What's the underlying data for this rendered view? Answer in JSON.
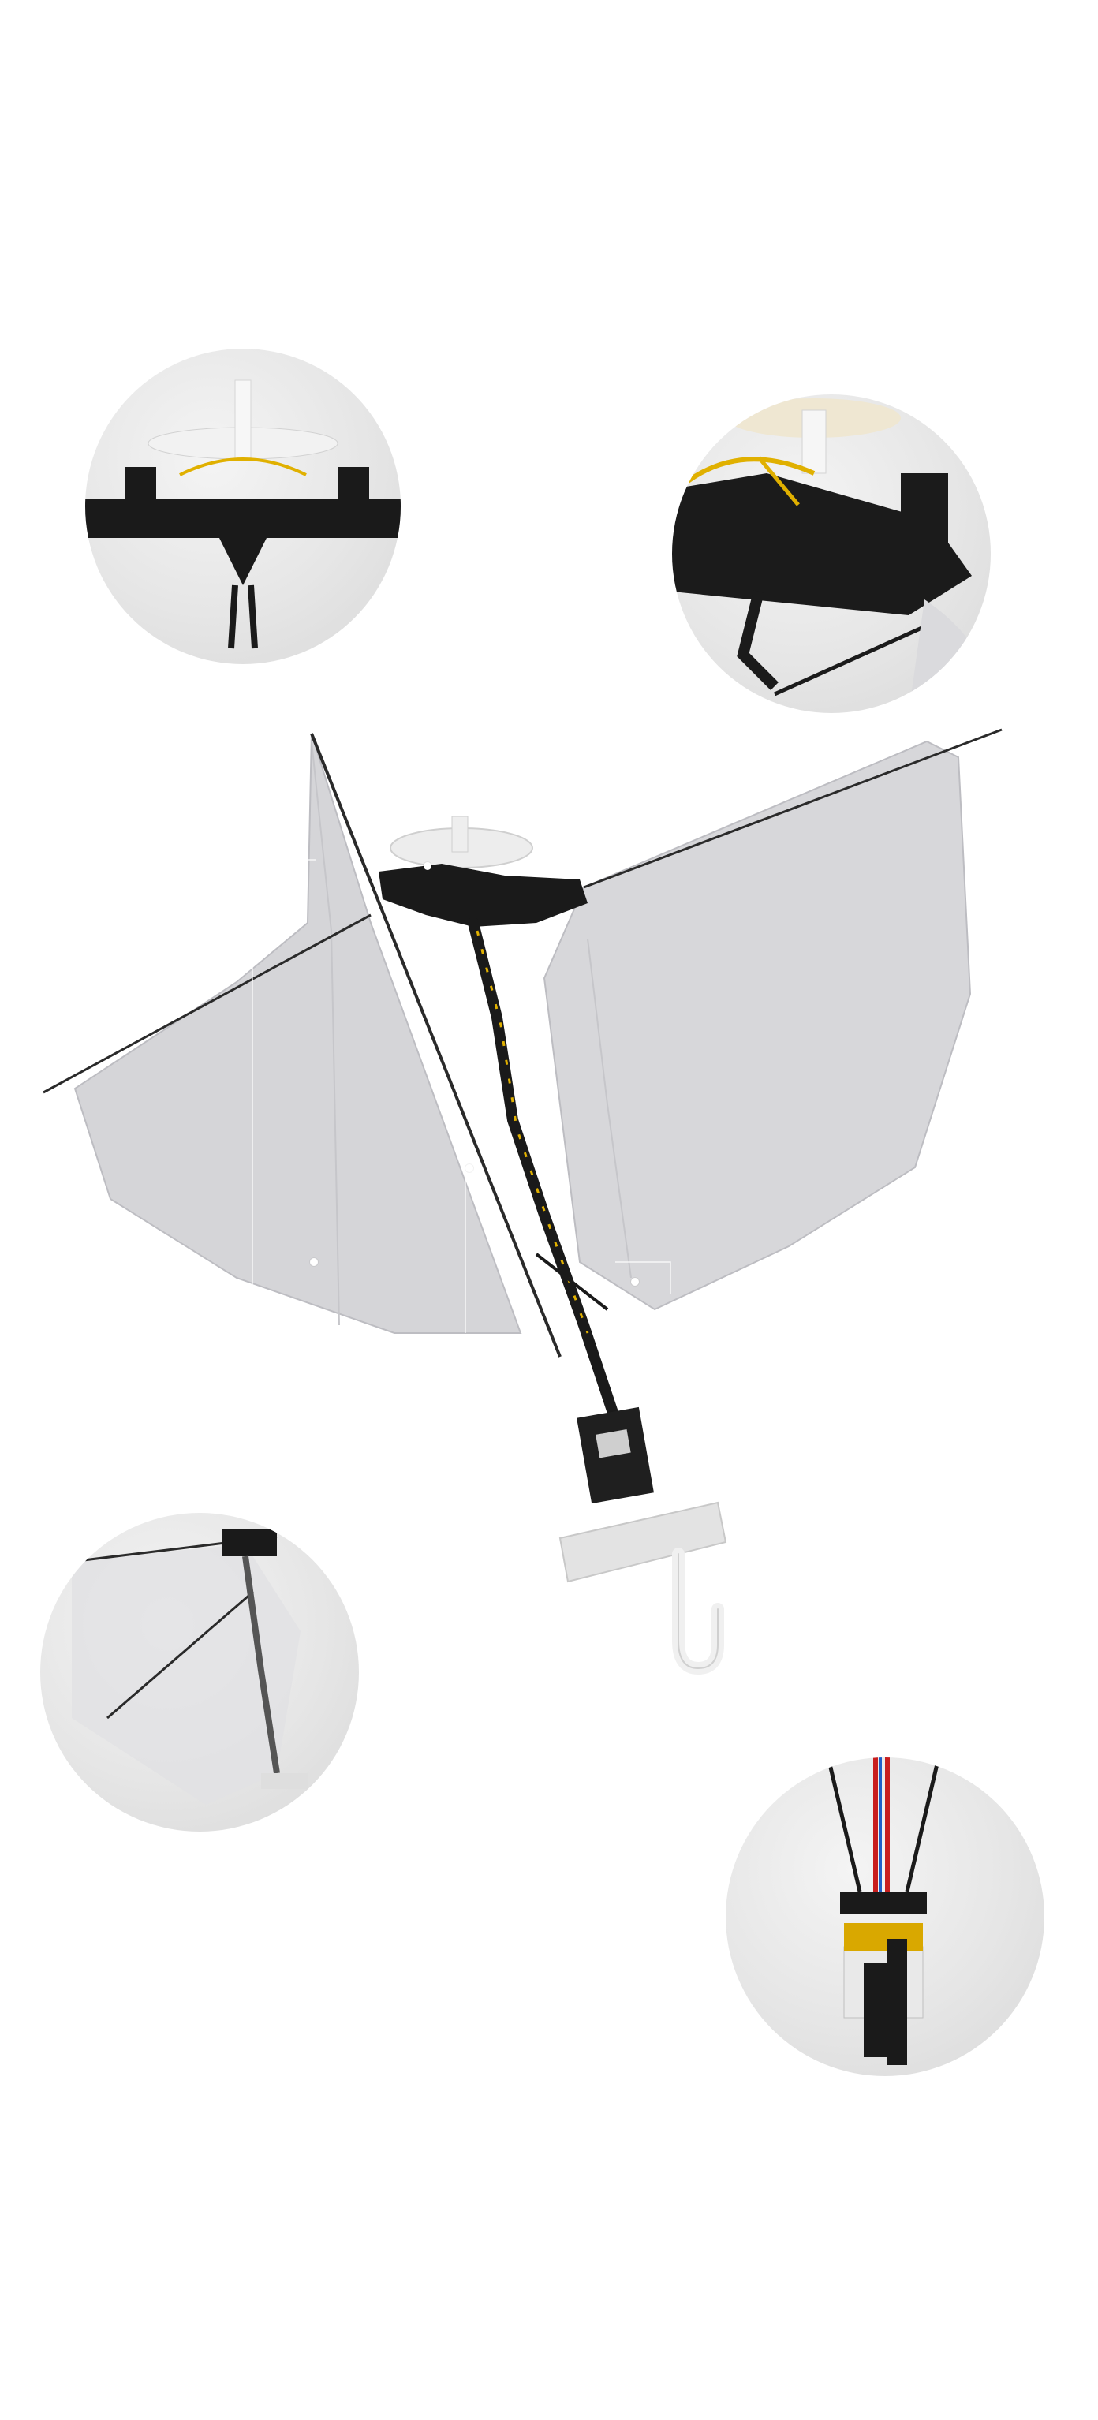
{
  "page": {
    "background": "#ffffff"
  },
  "figure": {
    "subject": "ornithopter-drone",
    "colors": {
      "wing_membrane": "#d9d9dc",
      "wing_edge": "#bdbdc2",
      "frame": "#1a1a1a",
      "accent_wire": "#e0b000",
      "hook": "#f2f2f2"
    }
  },
  "details": [
    {
      "id": "detail-top-left",
      "depicts": "gear-assembly-front"
    },
    {
      "id": "detail-top-right",
      "depicts": "gear-assembly-angled"
    },
    {
      "id": "detail-mid-left",
      "depicts": "wing-spar-view"
    },
    {
      "id": "detail-bottom-right",
      "depicts": "battery-mount"
    }
  ]
}
